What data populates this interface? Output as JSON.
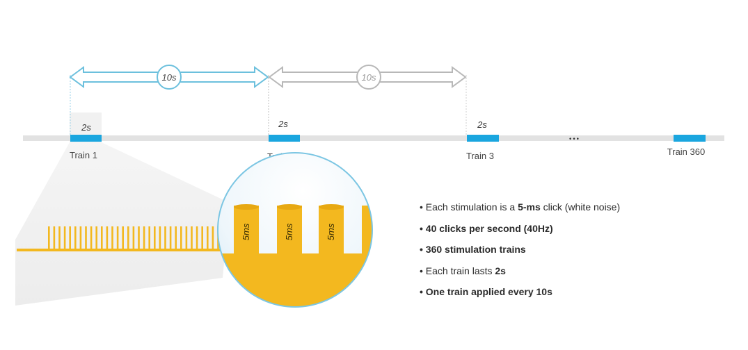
{
  "interval_label": "10s",
  "duration_label": "2s",
  "ellipsis": "•••",
  "train_labels": [
    "Train 1",
    "Train 2",
    "Train 3",
    "Train 360"
  ],
  "click_label": "5ms",
  "colors": {
    "train": "#1aa6df",
    "arrow_active": "#6cc0dd",
    "arrow_faded": "#b3b3b3",
    "pulse": "#f3b81f",
    "circle_border": "#7cc6e3",
    "timeline": "#d4d4d4"
  },
  "bullets": [
    {
      "prefix": "• Each stimulation is a ",
      "bold": "5-ms",
      "suffix": " click (white noise)",
      "all_bold": false
    },
    {
      "prefix": "• 40 clicks per second (40Hz)",
      "bold": "",
      "suffix": "",
      "all_bold": true
    },
    {
      "prefix": "• 360 stimulation trains",
      "bold": "",
      "suffix": "",
      "all_bold": true
    },
    {
      "prefix": "• Each train lasts ",
      "bold": "2s",
      "suffix": "",
      "all_bold": false
    },
    {
      "prefix": "• One train applied every 10s",
      "bold": "",
      "suffix": "",
      "all_bold": true
    }
  ]
}
